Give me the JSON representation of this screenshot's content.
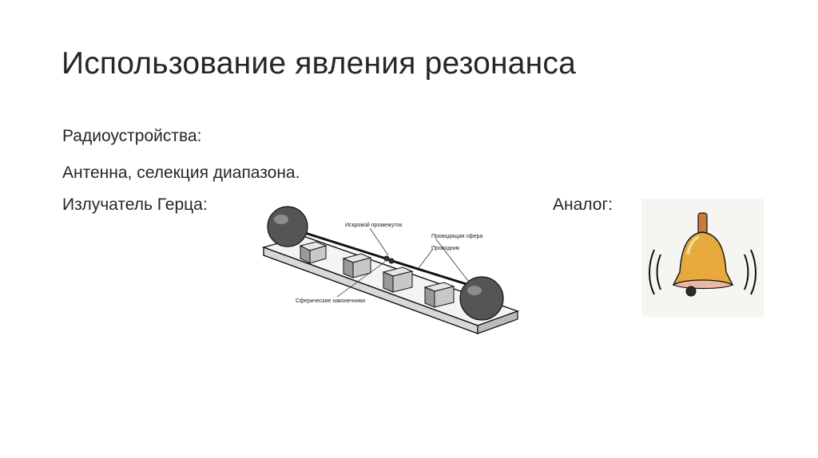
{
  "slide": {
    "title": "Использование явления резонанса",
    "lines": [
      "Радиоустройства:",
      "Антенна, селекция диапазона.",
      "Излучатель Герца:"
    ],
    "analog_label": "Аналог:"
  },
  "hertz_figure": {
    "labels": {
      "spark_gap": "Искровой промежуток",
      "conducting_sphere": "Проводящая сфера",
      "conductor": "Проводник",
      "spherical_tips": "Сферические наконечники"
    }
  },
  "bell_figure": {
    "icon": "bell-icon",
    "colors": {
      "bell_body": "#e7a93b",
      "bell_inner": "#e9b8a8",
      "handle": "#c97b3a"
    }
  }
}
